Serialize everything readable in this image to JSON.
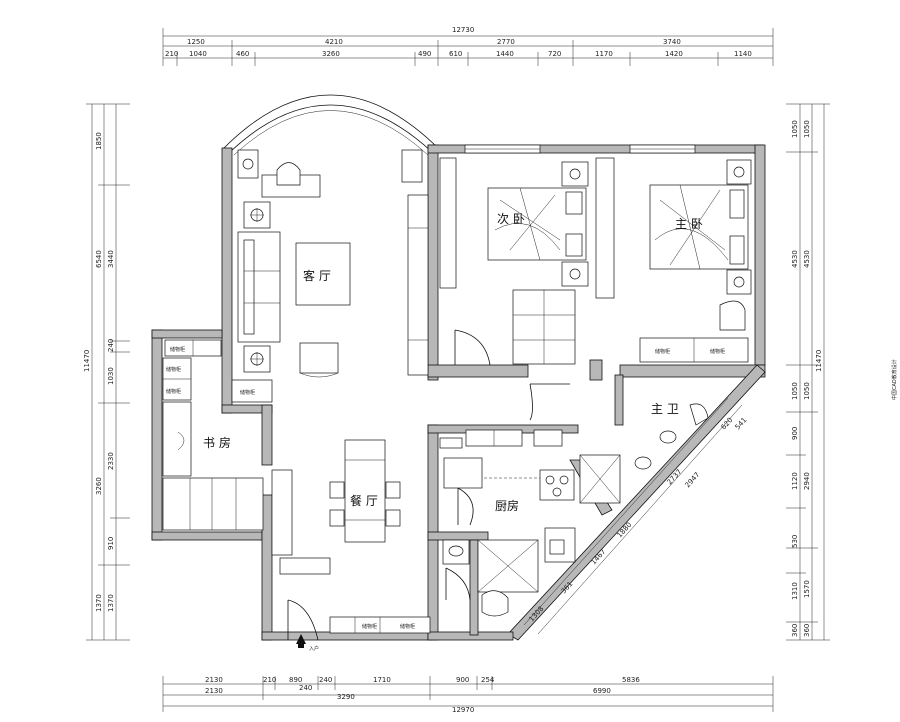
{
  "dims_top": {
    "overall": "12730",
    "row2": [
      "1250",
      "4210",
      "2770",
      "3740"
    ],
    "row3": [
      "210",
      "1040",
      "460",
      "3260",
      "490",
      "610",
      "1440",
      "720",
      "1170",
      "1420",
      "1140"
    ]
  },
  "dims_bottom": {
    "row1": [
      "2130",
      "210",
      "890",
      "240",
      "1710",
      "900",
      "254",
      "5836"
    ],
    "row2": [
      "2130",
      "240",
      "3290",
      "6990"
    ],
    "overall": "12970"
  },
  "dims_left": {
    "overall": "11470",
    "row2": [
      "1850",
      "6540",
      "3260",
      "1370"
    ],
    "row3": [
      "3440",
      "240",
      "1030",
      "2330",
      "910",
      "1370"
    ]
  },
  "dims_right": {
    "overall": "11470",
    "row2": [
      "1050",
      "4530",
      "1050",
      "2940",
      "1570",
      "360"
    ],
    "row3": [
      "1050",
      "4530",
      "1050",
      "900",
      "1120",
      "530",
      "1310",
      "360"
    ]
  },
  "diag_dims": [
    "620",
    "541",
    "2737",
    "2947",
    "1880",
    "1467",
    "361",
    "1308"
  ],
  "rooms": {
    "living": "客 厅",
    "bedroom2": "次 卧",
    "master": "主 卧",
    "study": "书 房",
    "dining": "餐 厅",
    "kitchen": "厨房",
    "bath": "主 卫"
  },
  "cabinet_label": "储物柜",
  "entrance": "入户",
  "watermark": "中国CAD教育设计"
}
